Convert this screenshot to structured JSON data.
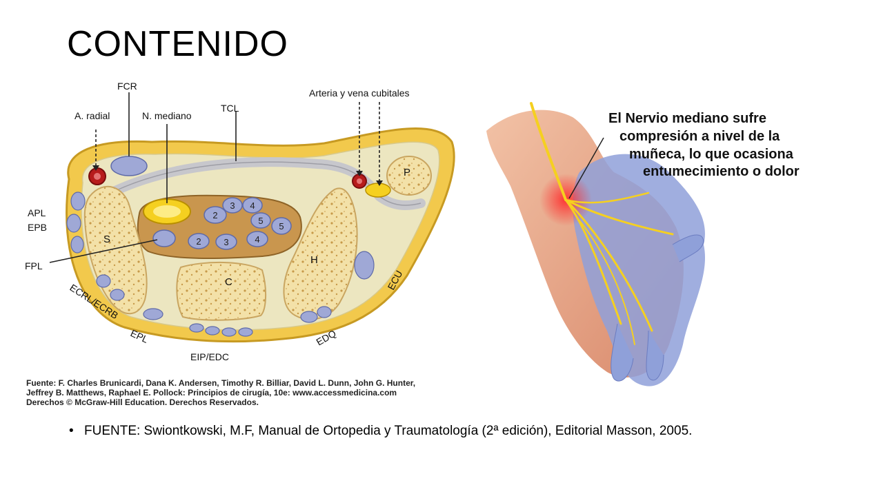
{
  "slide": {
    "title": "CONTENIDO"
  },
  "diagram": {
    "labels": {
      "fcr": "FCR",
      "a_radial": "A. radial",
      "n_mediano": "N. mediano",
      "tcl": "TCL",
      "arteria": "Arteria y vena cubitales",
      "apl": "APL",
      "epb": "EPB",
      "fpl": "FPL",
      "ecrl": "ECRL/ECRB",
      "epl": "EPL",
      "eip": "EIP/EDC",
      "edq": "EDQ",
      "ecu": "ECU",
      "bone_s": "S",
      "bone_c": "C",
      "bone_h": "H",
      "bone_p": "P",
      "t2a": "2",
      "t3a": "3",
      "t4a": "4",
      "t5a": "5",
      "t5b": "5",
      "t2b": "2",
      "t3b": "3",
      "t4b": "4"
    },
    "source_lines": [
      "Fuente: F. Charles Brunicardi, Dana K. Andersen, Timothy R. Billiar, David L. Dunn, John G. Hunter,",
      "Jeffrey B. Matthews, Raphael E. Pollock: Principios de cirugía, 10e: www.accessmedicina.com",
      "Derechos © McGraw-Hill Education. Derechos Reservados."
    ]
  },
  "hand": {
    "caption_lines": [
      "El Nervio mediano sufre",
      "compresión a nivel de la",
      "muñeca, lo que ocasiona",
      "entumecimiento o dolor"
    ]
  },
  "bullet": {
    "text": "FUENTE: Swiontkowski, M.F, Manual de Ortopedia y Traumatología (2ª edición), Editorial Masson, 2005."
  },
  "colors": {
    "fat": "#f2c94c",
    "bone": "#f3e1a8",
    "tendon": "#9fa8d6",
    "canal": "#c9964e",
    "nerve": "#f5d020",
    "artery": "#b71c1c",
    "skin": "#e8a98a",
    "vein": "#8fa0d9"
  }
}
